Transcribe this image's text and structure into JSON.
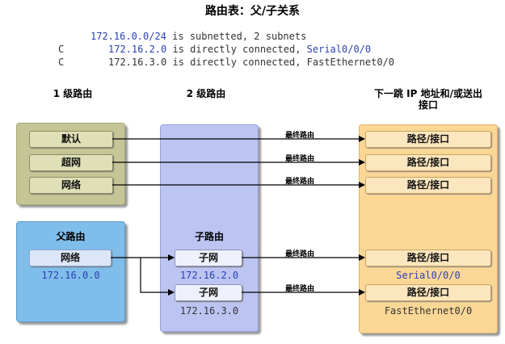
{
  "title": "路由表：父/子关系",
  "routing_table": {
    "line1_prefix": "172.16.0.0/24",
    "line1_rest": " is subnetted, 2 subnets",
    "line2_code": "C",
    "line2_prefix": "172.16.2.0",
    "line2_rest": " is directly connected, ",
    "line2_iface": "Serial0/0/0",
    "line3_code": "C",
    "line3_prefix": "172.16.3.0",
    "line3_rest": " is directly connected, FastEthernet0/0"
  },
  "columns": {
    "level1": "1 级路由",
    "level2": "2 级路由",
    "nexthop_line1": "下一跳 IP 地址和/或送出",
    "nexthop_line2": "接口"
  },
  "level1_routes": [
    "默认",
    "超网",
    "网络"
  ],
  "parent": {
    "title": "父路由",
    "button": "网络",
    "address": "172.16.0.0"
  },
  "child": {
    "title": "子路由",
    "button1": "子网",
    "address1": "172.16.2.0",
    "button2": "子网",
    "address2": "172.16.3.0"
  },
  "arrow_label": "最终路由",
  "path_label": "路径/接口",
  "iface_serial": "Serial0/0/0",
  "iface_fast": "FastEthernet0/0",
  "colors": {
    "olive_panel": "#c6c596",
    "blue_panel": "#7fbdea",
    "lavender_panel": "#bcc4f2",
    "peach_panel": "#fbd796",
    "accent_blue": "#2a3fb5"
  }
}
